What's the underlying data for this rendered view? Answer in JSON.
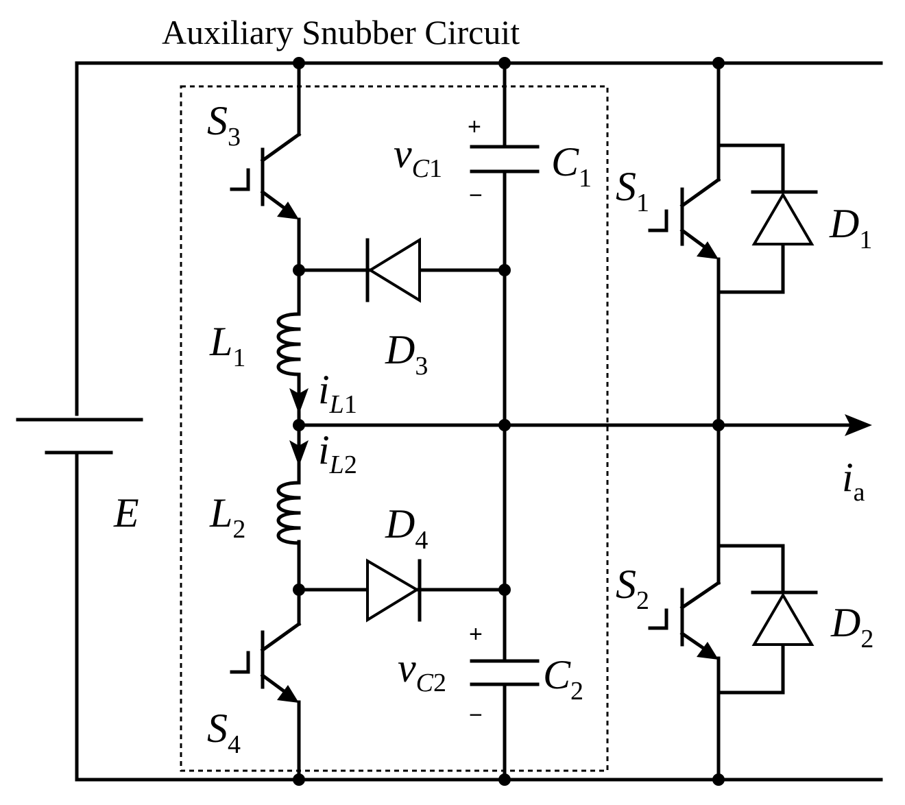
{
  "title": "Auxiliary Snubber Circuit",
  "source": {
    "label": "E"
  },
  "switches": [
    {
      "id": "S1",
      "letter": "S",
      "sub": "1"
    },
    {
      "id": "S2",
      "letter": "S",
      "sub": "2"
    },
    {
      "id": "S3",
      "letter": "S",
      "sub": "3"
    },
    {
      "id": "S4",
      "letter": "S",
      "sub": "4"
    }
  ],
  "diodes": [
    {
      "id": "D1",
      "letter": "D",
      "sub": "1"
    },
    {
      "id": "D2",
      "letter": "D",
      "sub": "2"
    },
    {
      "id": "D3",
      "letter": "D",
      "sub": "3"
    },
    {
      "id": "D4",
      "letter": "D",
      "sub": "4"
    }
  ],
  "inductors": [
    {
      "id": "L1",
      "letter": "L",
      "sub": "1"
    },
    {
      "id": "L2",
      "letter": "L",
      "sub": "2"
    }
  ],
  "capacitors": [
    {
      "id": "C1",
      "letter": "C",
      "sub": "1",
      "voltage_letter": "v",
      "voltage_sub_letter": "C",
      "voltage_sub_num": "1",
      "plus": "+",
      "minus": "−"
    },
    {
      "id": "C2",
      "letter": "C",
      "sub": "2",
      "voltage_letter": "v",
      "voltage_sub_letter": "C",
      "voltage_sub_num": "2",
      "plus": "+",
      "minus": "−"
    }
  ],
  "currents": [
    {
      "id": "iL1",
      "letter": "i",
      "sub_letter": "L",
      "sub_num": "1"
    },
    {
      "id": "iL2",
      "letter": "i",
      "sub_letter": "L",
      "sub_num": "2"
    },
    {
      "id": "ia",
      "letter": "i",
      "sub": "a"
    }
  ]
}
